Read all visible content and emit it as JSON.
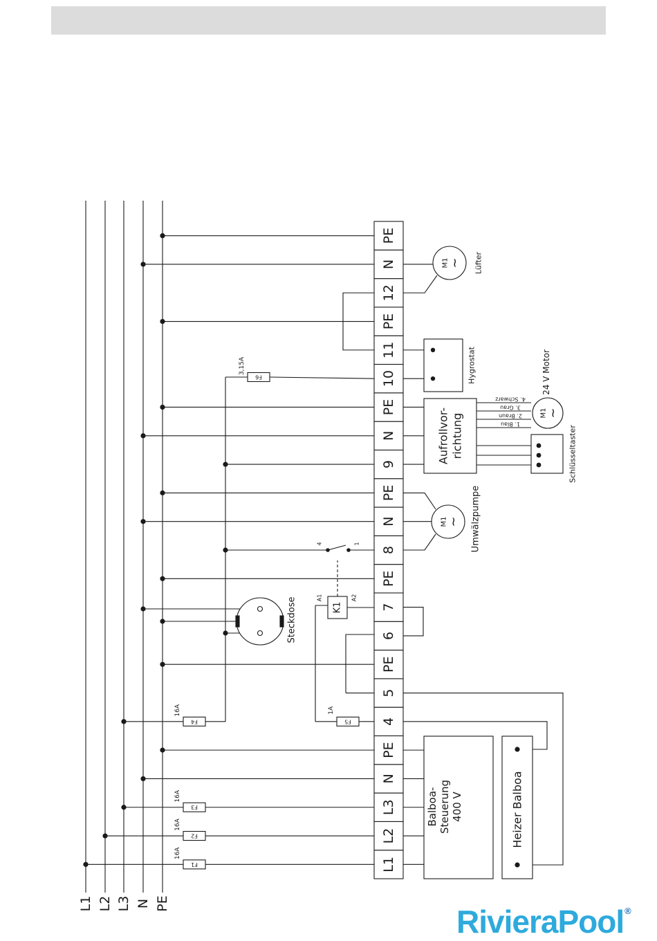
{
  "rails": [
    "L1",
    "L2",
    "L3",
    "N",
    "PE"
  ],
  "terminals": [
    "L1",
    "L2",
    "L3",
    "N",
    "PE",
    "4",
    "5",
    "PE",
    "6",
    "7",
    "PE",
    "8",
    "N",
    "PE",
    "9",
    "N",
    "PE",
    "10",
    "11",
    "PE",
    "12",
    "N",
    "PE"
  ],
  "fuses": [
    {
      "label": "F1",
      "rating": "16A"
    },
    {
      "label": "F2",
      "rating": "16A"
    },
    {
      "label": "F3",
      "rating": "16A"
    },
    {
      "label": "F4",
      "rating": "16A"
    },
    {
      "label": "F5",
      "rating": "1A"
    },
    {
      "label": "F6",
      "rating": "3,15A"
    }
  ],
  "components": {
    "balboa": [
      "Balboa-",
      "Steuerung",
      "400 V"
    ],
    "heater": "Heizer Balboa",
    "socket": "Steckdose",
    "relay": "K1",
    "relay_a1": "A1",
    "relay_a2": "A2",
    "contact_4": "4",
    "contact_1": "1",
    "pump": "Umwälzpumpe",
    "motor_label": "M1",
    "roller": [
      "Aufrollvor-",
      "richtung"
    ],
    "key_switch": "Schlüsseltaster",
    "motor24": "24 V Motor",
    "wires": [
      "1. Blau",
      "2. Braun",
      "3. Grau",
      "4. Schwarz"
    ],
    "hygrostat": "Hygrostat",
    "fan": "Lüfter"
  },
  "brand": {
    "part1": "Riviera",
    "part2": "Pool",
    "reg": "®",
    "color1": "#2eaadc",
    "color2": "#1e6fb8"
  }
}
